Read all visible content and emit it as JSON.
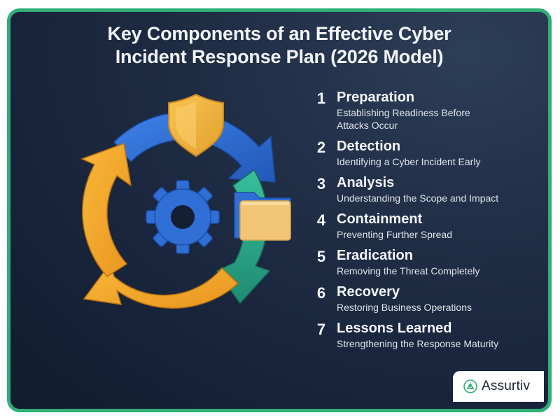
{
  "title": {
    "line1": "Key Components of an Effective Cyber",
    "line2": "Incident Response Plan (2026 Model)"
  },
  "illustration": {
    "description": "Circular arrows cycle with shield, gear and folder",
    "icons": [
      "shield-icon",
      "gear-icon",
      "folder-icon",
      "cycle-arrows-icon"
    ],
    "colors": {
      "blue": "#2f6fd6",
      "teal": "#2aa889",
      "orange": "#f2a52a",
      "shield": "#f3b340",
      "folder_front": "#f2c576"
    }
  },
  "steps": [
    {
      "number": "1",
      "title": "Preparation",
      "description": "Establishing Readiness Before Attacks Occur"
    },
    {
      "number": "2",
      "title": "Detection",
      "description": "Identifying a Cyber Incident Early"
    },
    {
      "number": "3",
      "title": "Analysis",
      "description": "Understanding the Scope and Impact"
    },
    {
      "number": "4",
      "title": "Containment",
      "description": "Preventing Further Spread"
    },
    {
      "number": "5",
      "title": "Eradication",
      "description": "Removing the Threat Completely"
    },
    {
      "number": "6",
      "title": "Recovery",
      "description": "Restoring Business Operations"
    },
    {
      "number": "7",
      "title": "Lessons Learned",
      "description": "Strengthening the Response Maturity"
    }
  ],
  "brand": {
    "name": "Assurtiv",
    "logo_icon": "triangle-logo-icon",
    "accent_color": "#2fae77"
  },
  "colors": {
    "frame_border": "#2fae77",
    "background": "#1a2740",
    "text": "#f4f6f9"
  }
}
